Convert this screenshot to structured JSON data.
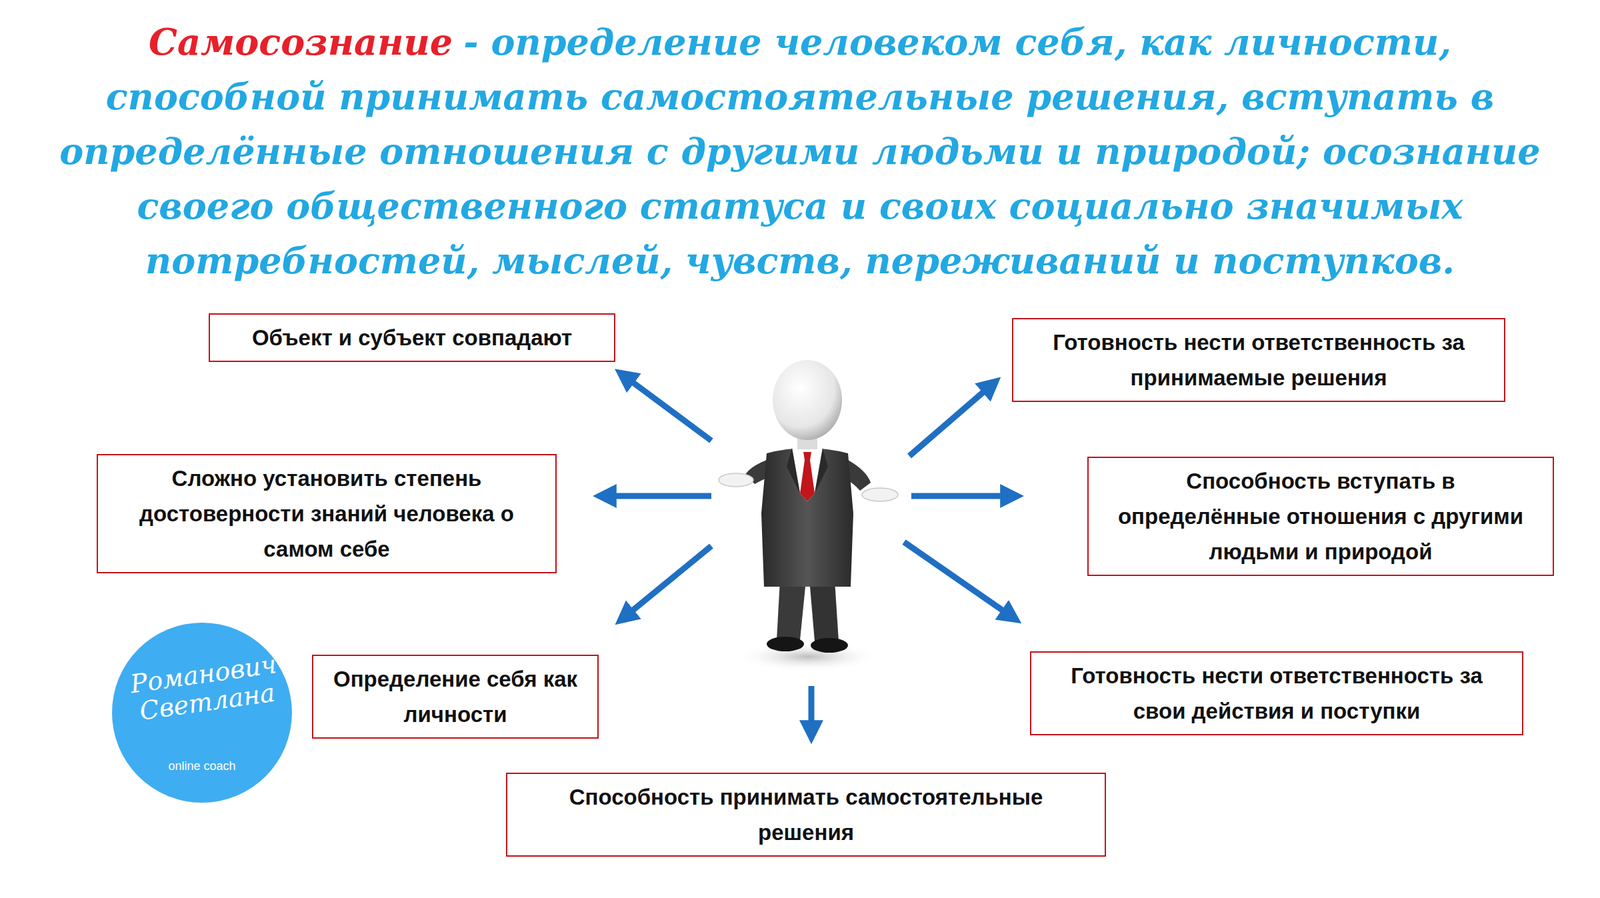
{
  "diagram": {
    "title": "Самосознание",
    "nodes": [
      {
        "text": [
          "Объект и субъект совпадают"
        ]
      },
      {
        "text": [
          "Готовность нести ответственность за принимаемые решения"
        ]
      },
      {
        "text": [
          "Сложно установить степень достоверности знаний человека о самом себе"
        ]
      },
      {
        "text": [
          "Способность вступать в определённые отношения с другими людьми и природой"
        ]
      },
      {
        "text": [
          "Определение себя как личности"
        ]
      },
      {
        "text": [
          "Готовность нести ответственность за свои действия и поступки"
        ]
      },
      {
        "text": [
          "Способность принимать самостоятельные решения"
        ]
      }
    ],
    "labels": [
      "- определение человеком себя, как личности, способной принимать самостоятельные решения, вступать в определённые отношения с другими людьми и природой; осознание своего общественного статуса и своих социально значимых потребностей, мыслей, чувств, переживаний и поступков.",
      "Романович Светлана",
      "online coach"
    ]
  }
}
